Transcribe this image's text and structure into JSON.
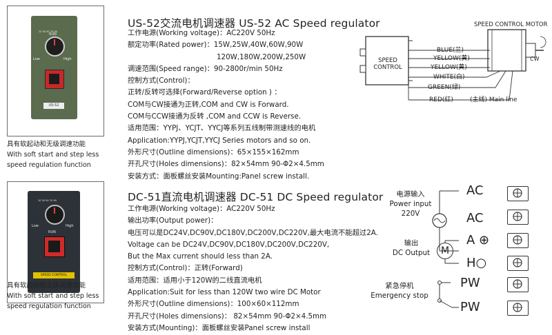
{
  "us52": {
    "title": "US-52交流电机调速器   US-52 AC Speed regulator",
    "lines": [
      "工作电源(Working voltage)：AC220V 50Hz",
      "额定功率(Rated power)：15W,25W,40W,60W,90W",
      "120W,180W,200W,250W",
      "调速范围(Speed range)：90-2800r/min 50Hz",
      "控制方式(Control)：",
      "正转/反转可选择(Forward/Reverse option )  ：",
      "COM与CW接通为正转,COM and CW is Forward.",
      "COM与CCW接通为反转 ,COM and CCW is Reverse.",
      "适用范围：YYPJ、YCJT、YYCJ等系列五线制带测速线的电机",
      "Application:YYPJ,YCJT,YYCJ Series motors and so on.",
      "外形尺寸(Outline dimensions)：65×155×162mm",
      "开孔尺寸(Holes dimensions)：82×54mm  90-Φ2×4.5mm",
      "安装方式：面板螺丝安装Mounting:Panel screw install."
    ],
    "caption": [
      "具有软起动和无级调速功能",
      "With soft start and step less",
      "speed regulation function"
    ],
    "device": {
      "run_label": "RUN",
      "low_label": "Low",
      "high_label": "High",
      "model_plate": "US-52",
      "dial_numbers": [
        "10",
        "20",
        "30",
        "40",
        "50",
        "60",
        "70",
        "80",
        "90",
        "100"
      ],
      "body_color": "#5b6b4e"
    },
    "diagram": {
      "motor_title": "SPEED CONTROL MOTOR",
      "box_label": "SPEED CONTROL",
      "wires": [
        {
          "label": "BLUE(兰)"
        },
        {
          "label": "YELLOW(黄)"
        },
        {
          "label": "YELLOW(黄)"
        },
        {
          "label": "WHITE(白)"
        },
        {
          "label": "GREEN(绿)"
        },
        {
          "label": "RED(红)"
        }
      ],
      "main_line": "(主线) Main line",
      "cw_label": "CW"
    }
  },
  "dc51": {
    "title": "DC-51直流电机调速器  DC-51 DC Speed regulator",
    "lines": [
      "工作电源(Working voltage)：AC220V 50Hz",
      "输出功率(Output power)：",
      "电压可以是DC24V,DC90V,DC180V,DC200V,DC220V,最大电流不能超过2A.",
      "Voltage can be DC24V,DC90V,DC180V,DC200V,DC220V,",
      "But the Max current should less than 2A.",
      "控制方式(Control)：正转(Forward)",
      "适用范围：适用小于120W的二线直流电机",
      "Application:Suit for less than 120W two wire DC Motor",
      "外形尺寸(Outline dimensions)：100×60×112mm",
      "开孔尺寸(Holes dimensions)： 82×54mm  90-Φ2×4.5mm",
      "安装方式(Mounting)：面板螺丝安装Panel screw install"
    ],
    "caption": [
      "具有软起动和无级调速功能",
      "With soft start and step less",
      "speed regulation function"
    ],
    "device": {
      "run_label": "RUN",
      "low_label": "Low",
      "high_label": "High",
      "bottom_label": "SPEED CONTROL",
      "dial_numbers": [
        "10",
        "20",
        "30",
        "40",
        "50",
        "60",
        "70",
        "80",
        "90",
        "100"
      ],
      "body_color": "#2d3138"
    },
    "diagram": {
      "power_input": [
        "电源输入",
        "Power input",
        "220V"
      ],
      "dc_output": [
        "输出",
        "DC Output"
      ],
      "emergency": [
        "紧急停机",
        "Emergency stop"
      ],
      "motor_symbol": "M",
      "terminals": [
        {
          "label": "AC"
        },
        {
          "label": "AC"
        },
        {
          "label": "A ⊕"
        },
        {
          "label": "H○"
        },
        {
          "label": "PW"
        },
        {
          "label": "PW"
        }
      ]
    }
  }
}
